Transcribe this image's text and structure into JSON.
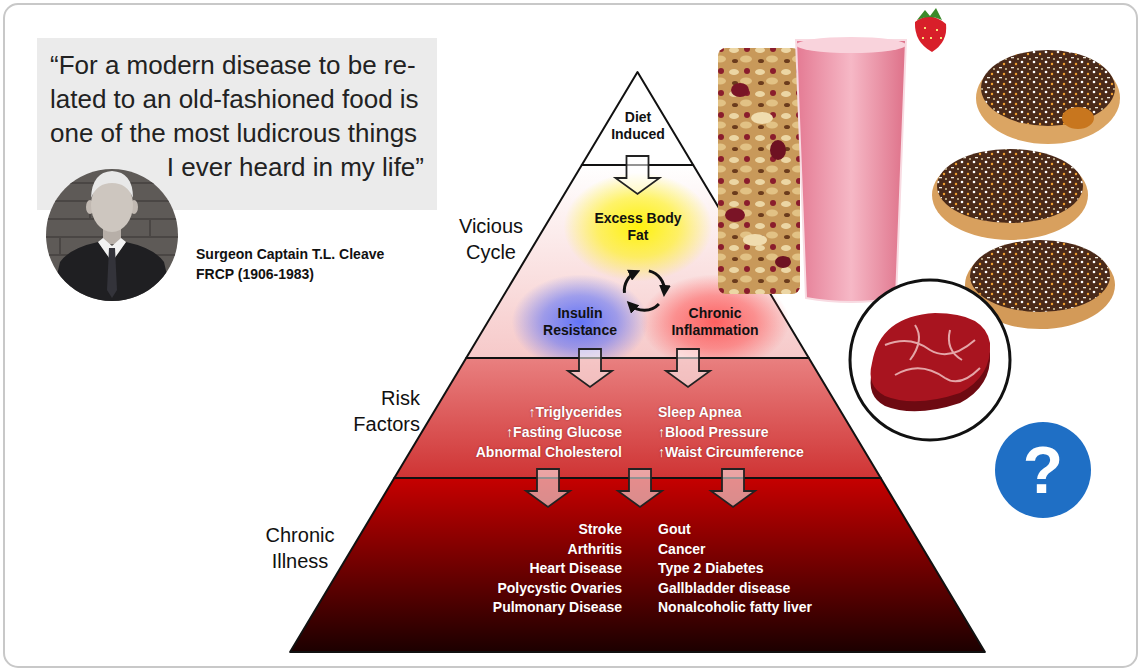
{
  "diagram": {
    "nodes": [
      {
        "text": [
          "“For a modern disease to be re- lated to an old-fashioned food is one of the most ludicrous things I ever heard in my life”"
        ]
      },
      {
        "text": [
          "Diet Induced"
        ]
      },
      {
        "text": [
          "Vicious Cycle"
        ]
      },
      {
        "text": [
          "Excess Body Fat"
        ],
        "in": 2
      },
      {
        "text": [
          "Insulin Resistance"
        ],
        "in": 2
      },
      {
        "text": [
          "Chronic Inflammation"
        ],
        "in": 2
      },
      {
        "text": [
          "Risk Factors",
          "↑Triglycerides",
          "↑Fasting Glucose",
          "Abnormal Cholesterol",
          "Sleep Apnea",
          "↑Blood Pressure",
          "↑Waist Circumference"
        ]
      },
      {
        "text": [
          "Chronic Illness",
          "Stroke",
          "Arthritis",
          "Heart Disease",
          "Polycystic Ovaries",
          "Pulmonary Disease",
          "Gout",
          "Cancer",
          "Type 2 Diabetes",
          "Gallbladder disease",
          "Nonalcoholic fatty liver"
        ]
      },
      {
        "text": [
          "?"
        ]
      }
    ],
    "edges": [
      {
        "from": 1,
        "to": 2,
        "arrow": "to"
      },
      {
        "from": 3,
        "to": 5,
        "arrow": "to"
      },
      {
        "from": 5,
        "to": 4,
        "arrow": "to"
      },
      {
        "from": 4,
        "to": 3,
        "arrow": "to"
      },
      {
        "from": 2,
        "to": 6,
        "arrow": "to"
      },
      {
        "from": 2,
        "to": 6,
        "arrow": "to"
      },
      {
        "from": 6,
        "to": 7,
        "arrow": "to"
      },
      {
        "from": 6,
        "to": 7,
        "arrow": "to"
      },
      {
        "from": 6,
        "to": 7,
        "arrow": "to"
      }
    ],
    "labels": [
      "Surgeon Captain T.L. Cleave FRCP (1906-1983)"
    ]
  }
}
